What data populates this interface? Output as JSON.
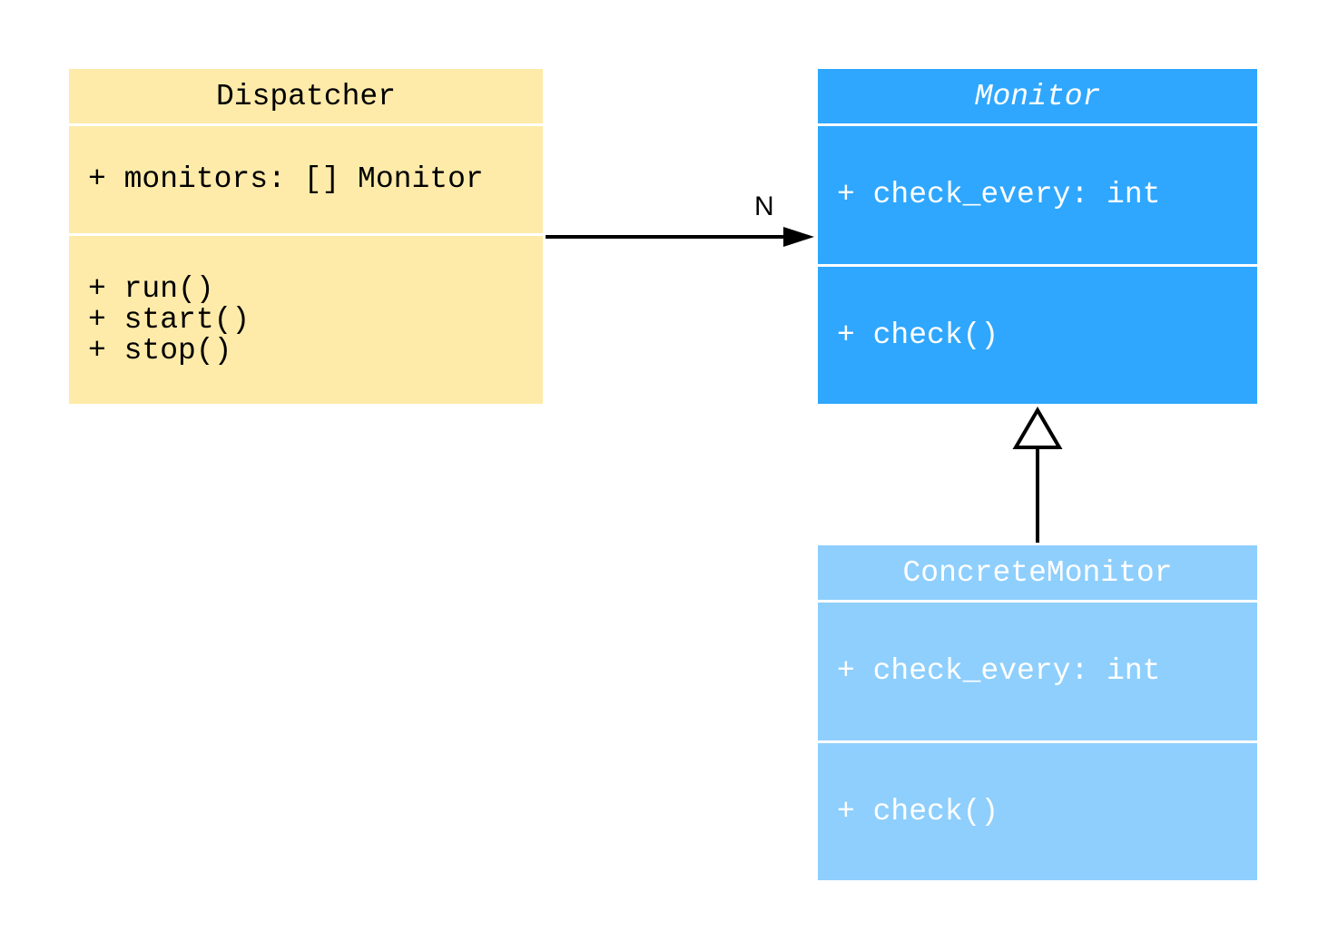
{
  "classes": {
    "dispatcher": {
      "name": "Dispatcher",
      "attributes": [
        "+ monitors: [] Monitor"
      ],
      "methods": [
        "+ run()",
        "+ start()",
        "+ stop()"
      ],
      "color": "#feeba9"
    },
    "monitor": {
      "name": "Monitor",
      "abstract": true,
      "attributes": [
        "+ check_every: int"
      ],
      "methods": [
        "+ check()"
      ],
      "color": "#2fa7fe"
    },
    "concrete_monitor": {
      "name": "ConcreteMonitor",
      "attributes": [
        "+ check_every: int"
      ],
      "methods": [
        "+ check()"
      ],
      "color": "#8ecffd"
    }
  },
  "relations": {
    "association": {
      "from": "Dispatcher",
      "to": "Monitor",
      "multiplicity": "N"
    },
    "inheritance": {
      "from": "ConcreteMonitor",
      "to": "Monitor"
    }
  }
}
